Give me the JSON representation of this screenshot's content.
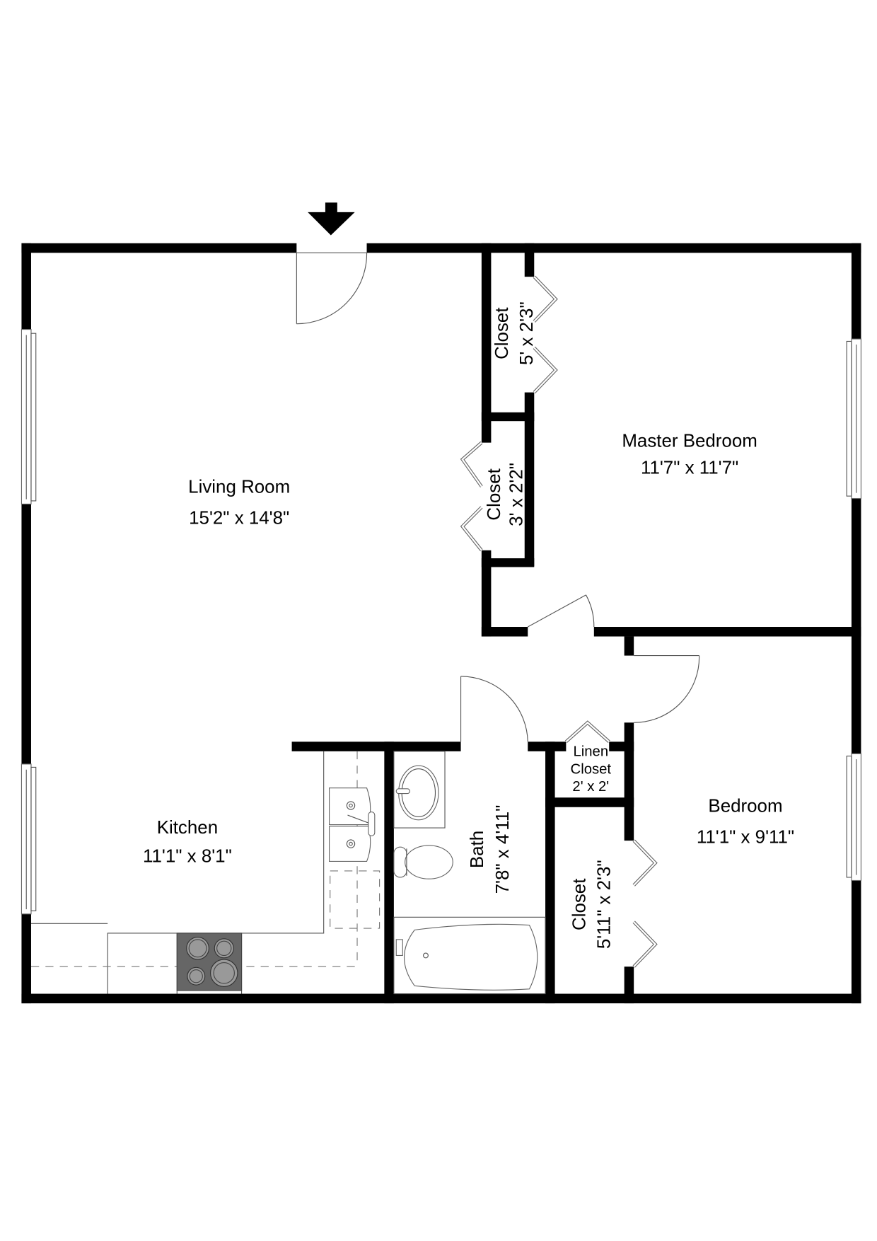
{
  "floorplan": {
    "entry_marker": "entry-arrow",
    "rooms": [
      {
        "id": "living_room",
        "name": "Living Room",
        "dimensions": "15'2\" x 14'8\""
      },
      {
        "id": "master_bedroom",
        "name": "Master Bedroom",
        "dimensions": "11'7\" x 11'7\""
      },
      {
        "id": "kitchen",
        "name": "Kitchen",
        "dimensions": "11'1\" x 8'1\""
      },
      {
        "id": "bath",
        "name": "Bath",
        "dimensions": "7'8\" x 4'11\""
      },
      {
        "id": "bedroom",
        "name": "Bedroom",
        "dimensions": "11'1\" x 9'11\""
      },
      {
        "id": "closet_master_upper",
        "name": "Closet",
        "dimensions": "5' x 2'3\""
      },
      {
        "id": "closet_living",
        "name": "Closet",
        "dimensions": "3' x 2'2\""
      },
      {
        "id": "linen_closet",
        "name_line1": "Linen",
        "name_line2": "Closet",
        "dimensions": "2' x 2'"
      },
      {
        "id": "closet_bedroom",
        "name": "Closet",
        "dimensions": "5'11\" x 2'3\""
      }
    ],
    "colors": {
      "wall": "#000000",
      "background": "#ffffff",
      "fixture_line": "#666666",
      "stove": "#666666",
      "burner": "#999999"
    }
  }
}
